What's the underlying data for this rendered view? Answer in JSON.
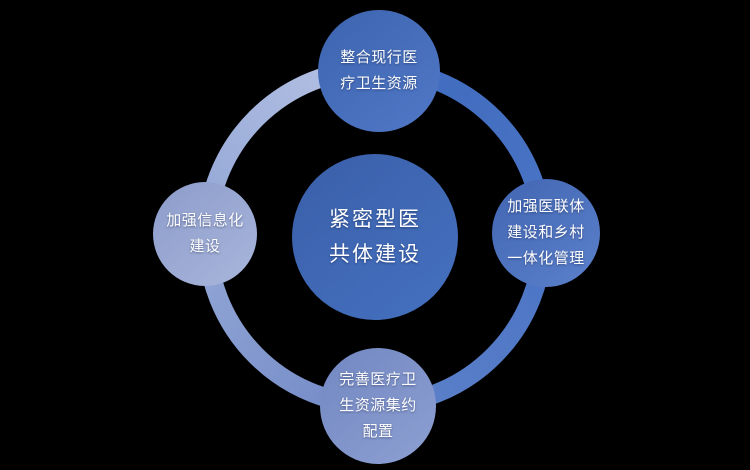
{
  "diagram": {
    "background": "#000000",
    "text_color": "#ffffff",
    "center": {
      "lines": [
        "紧密型医",
        "共体建设"
      ],
      "gradient_from": "#3a5fa9",
      "gradient_to": "#4571c0"
    },
    "satellites": [
      {
        "position": "top",
        "lines": [
          "整合现行医",
          "疗卫生资源"
        ],
        "gradient_from": "#3d64af",
        "gradient_to": "#5078c6"
      },
      {
        "position": "right",
        "lines": [
          "加强医联体",
          "建设和乡村",
          "一体化管理"
        ],
        "gradient_from": "#4165b2",
        "gradient_to": "#5c81cb"
      },
      {
        "position": "bottom",
        "lines": [
          "完善医疗卫",
          "生资源集约",
          "配置"
        ],
        "gradient_from": "#7287c1",
        "gradient_to": "#8da0d3"
      },
      {
        "position": "left",
        "lines": [
          "加强信息化",
          "建设"
        ],
        "gradient_from": "#8c9cca",
        "gradient_to": "#a9b6dc"
      }
    ],
    "ring": {
      "segments": [
        {
          "position": "top-left",
          "from": "#92a6d5",
          "to": "#b6c2e4"
        },
        {
          "position": "top-right",
          "from": "#3f6bbe",
          "to": "#4a74c5"
        },
        {
          "position": "bottom-right",
          "from": "#4a74c5",
          "to": "#5e81c9"
        },
        {
          "position": "bottom-left",
          "from": "#7289c6",
          "to": "#93a7d6"
        }
      ]
    }
  }
}
